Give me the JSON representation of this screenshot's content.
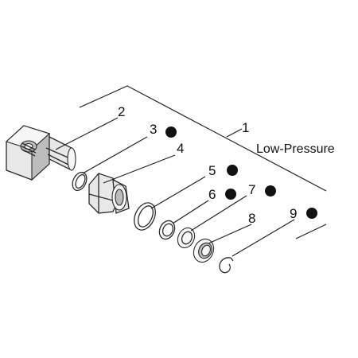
{
  "diagram": {
    "kit_label": "Low-Pressure",
    "callouts": [
      {
        "number": "1",
        "kit_item": false
      },
      {
        "number": "2",
        "kit_item": false
      },
      {
        "number": "3",
        "kit_item": true
      },
      {
        "number": "4",
        "kit_item": false
      },
      {
        "number": "5",
        "kit_item": true
      },
      {
        "number": "6",
        "kit_item": true
      },
      {
        "number": "7",
        "kit_item": true
      },
      {
        "number": "8",
        "kit_item": false
      },
      {
        "number": "9",
        "kit_item": true
      }
    ]
  }
}
